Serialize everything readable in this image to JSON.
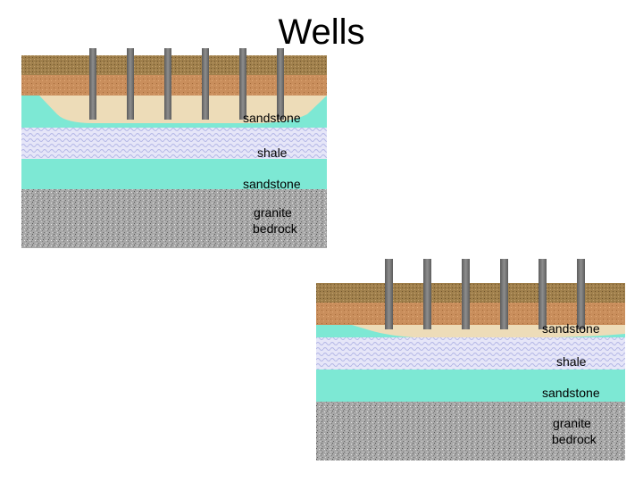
{
  "title": "Wells",
  "colors": {
    "topsoil": "#9c7a46",
    "clay": "#c98e5c",
    "sand": "#eddcb8",
    "sandstone": "#7de8d4",
    "shale": "#d4d6f2",
    "granite": "#a9a9a9",
    "well_pipe": "#7a7a7a"
  },
  "diagrams": [
    {
      "wells": 6,
      "labels": {
        "sandstone_upper": "sandstone",
        "shale": "shale",
        "sandstone_lower": "sandstone",
        "granite_line1": "granite",
        "granite_line2": "bedrock"
      }
    },
    {
      "wells": 6,
      "labels": {
        "sandstone_upper": "sandstone",
        "shale": "shale",
        "sandstone_lower": "sandstone",
        "granite_line1": "granite",
        "granite_line2": "bedrock"
      }
    }
  ]
}
